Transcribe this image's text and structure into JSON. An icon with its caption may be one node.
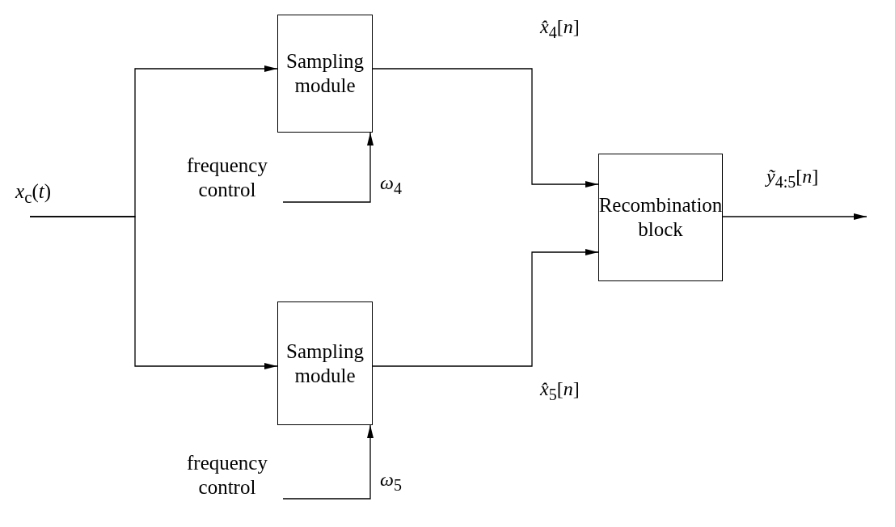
{
  "diagram": {
    "nodes": [
      {
        "text": [
          "*x*$_{c}$(*t*)"
        ]
      },
      {
        "text": [
          "Sampling module"
        ]
      },
      {
        "text": [
          "frequency control"
        ]
      },
      {
        "text": [
          "Recombination block"
        ]
      },
      {
        "text": [
          "Sampling module"
        ]
      },
      {
        "text": [
          "frequency control"
        ]
      }
    ],
    "edges": [
      {
        "from": 0,
        "to": 1,
        "arrow": "to"
      },
      {
        "from": 0,
        "to": 4,
        "arrow": "to"
      },
      {
        "from": 2,
        "to": 1,
        "arrow": "to",
        "label": "*ω*$_{4}$"
      },
      {
        "from": 1,
        "to": 3,
        "arrow": "to",
        "label": "*x̂*$_{4}$[*n*]"
      },
      {
        "from": 4,
        "to": 3,
        "arrow": "to",
        "label": "*x̂*$_{5}$[*n*]"
      },
      {
        "from": 5,
        "to": 4,
        "arrow": "to",
        "label": "*ω*$_{5}$"
      },
      {
        "from": 3,
        "to": null,
        "arrow": "to",
        "label": "*ỹ*$_{4:5}$[*n*]"
      }
    ]
  }
}
